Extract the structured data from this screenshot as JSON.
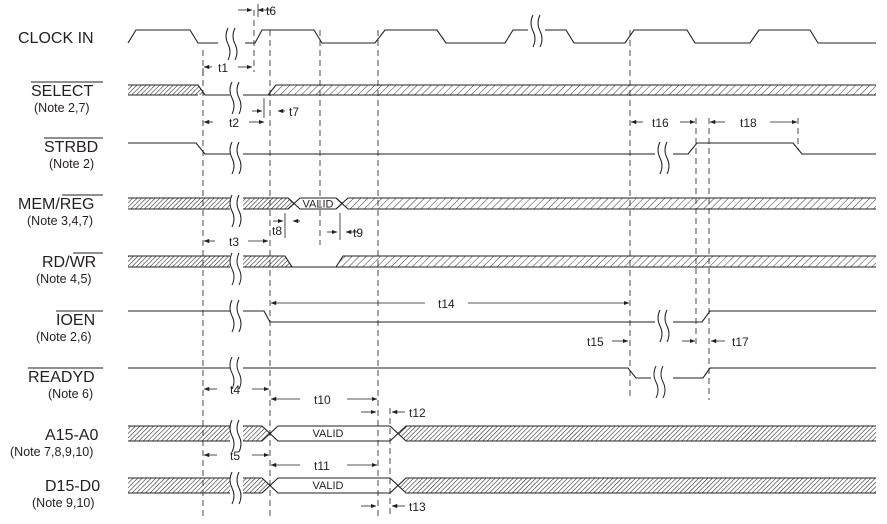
{
  "signals": [
    {
      "name": "CLOCK IN",
      "note": "",
      "overbar": false
    },
    {
      "name": "SELECT",
      "note": "(Note 2,7)",
      "overbar": true
    },
    {
      "name": "STRBD",
      "note": "(Note 2)",
      "overbar": true
    },
    {
      "name_a": "MEM/",
      "name_b": "REG",
      "note": "(Note 3,4,7)"
    },
    {
      "name_a": "RD/",
      "name_b": "WR",
      "note": "(Note 4,5)"
    },
    {
      "name": "IOEN",
      "note": "(Note 2,6)",
      "overbar": true
    },
    {
      "name": "READYD",
      "note": "(Note 6)",
      "overbar": true
    },
    {
      "name": "A15-A0",
      "note": "(Note 7,8,9,10)",
      "overbar": false
    },
    {
      "name": "D15-D0",
      "note": "(Note 9,10)",
      "overbar": false
    }
  ],
  "valid_labels": {
    "mem": "VALID",
    "addr": "VALID",
    "data": "VALID"
  },
  "timing_labels": {
    "t1": "t1",
    "t2": "t2",
    "t3": "t3",
    "t4": "t4",
    "t5": "t5",
    "t6": "t6",
    "t7": "t7",
    "t8": "t8",
    "t9": "t9",
    "t10": "t10",
    "t11": "t11",
    "t12": "t12",
    "t13": "t13",
    "t14": "t14",
    "t15": "t15",
    "t16": "t16",
    "t17": "t17",
    "t18": "t18"
  }
}
